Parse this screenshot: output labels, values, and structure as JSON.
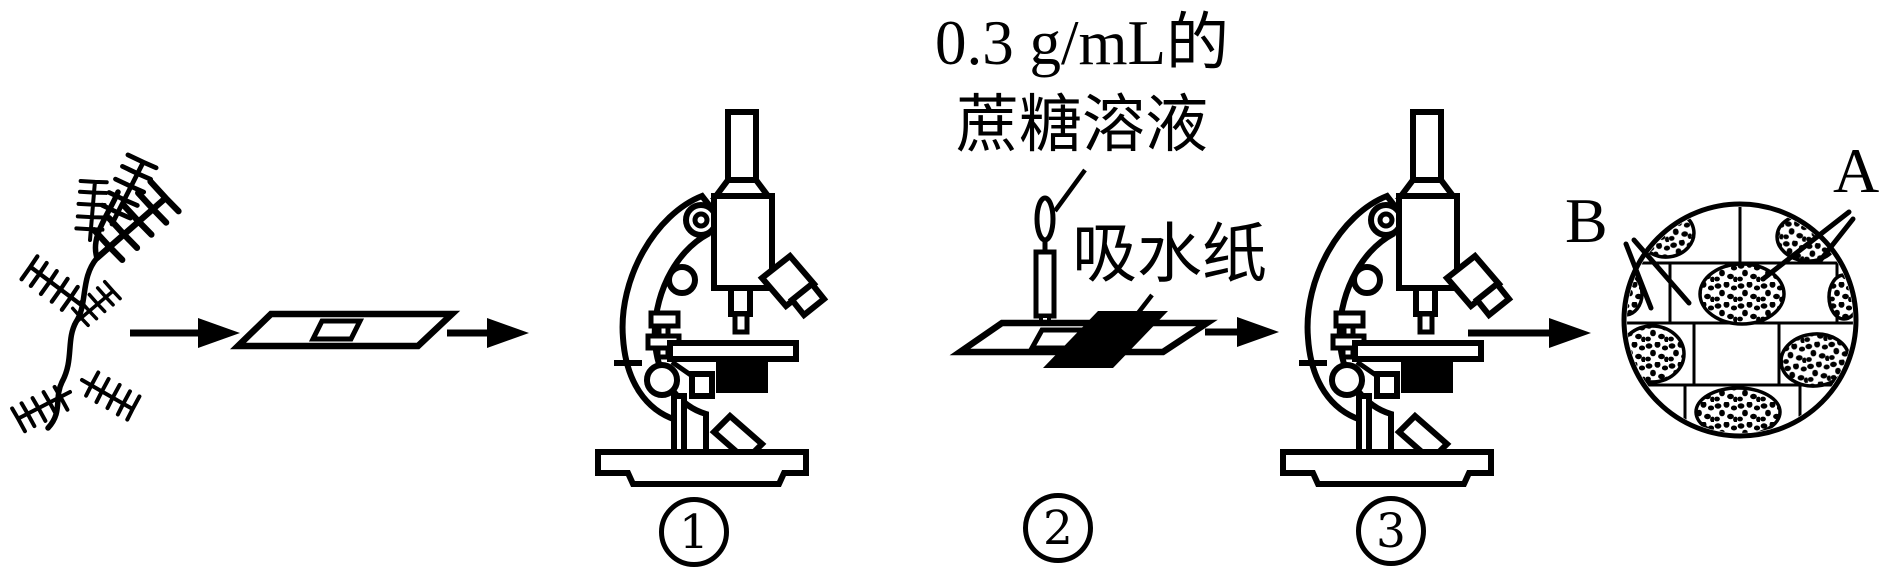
{
  "colors": {
    "ink": "#000000",
    "background": "#ffffff"
  },
  "annotations": {
    "sucrose_line1": "0.3 g/mL的",
    "sucrose_line2": "蔗糖溶液",
    "absorbent_paper": "吸水纸",
    "point_a": "A",
    "point_b": "B"
  },
  "steps": {
    "s1": "1",
    "s2": "2",
    "s3": "3"
  },
  "flow": [
    {
      "icon": "plant-sprig-icon"
    },
    {
      "icon": "arrow-right-icon"
    },
    {
      "icon": "slide-with-coverslip-icon"
    },
    {
      "icon": "arrow-right-icon"
    },
    {
      "icon": "microscope-icon",
      "step_label": "1"
    },
    {
      "icon": "arrow-right-icon"
    },
    {
      "icon": "slide-with-dropper-and-absorbent-paper-icon",
      "step_label": "2"
    },
    {
      "icon": "arrow-right-icon"
    },
    {
      "icon": "microscope-icon",
      "step_label": "3"
    },
    {
      "icon": "arrow-right-icon"
    },
    {
      "icon": "microscope-field-view-icon"
    }
  ]
}
